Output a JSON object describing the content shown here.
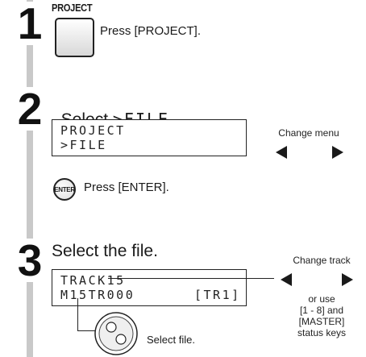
{
  "steps": [
    {
      "number": "1",
      "button_caption": "PROJECT",
      "instruction": "Press [PROJECT]."
    },
    {
      "number": "2",
      "heading_prefix": "Select ",
      "heading_code": ">FILE",
      "heading_suffix": ".",
      "lcd_lines": [
        "PROJECT",
        ">FILE"
      ],
      "change_label": "Change menu",
      "enter_key_label": "ENTER",
      "enter_instruction": "Press [ENTER]."
    },
    {
      "number": "3",
      "heading": "Select the file.",
      "lcd_line1": "TRACK15",
      "lcd_line2_left": "M15TR000",
      "lcd_line2_right": "[TR1]",
      "change_label": "Change track",
      "alt_lines": [
        "or use",
        "[1 - 8] and",
        "[MASTER]",
        "status keys"
      ],
      "dial_instruction": "Select file."
    }
  ],
  "icons": {
    "left_arrow": "left-triangle-arrow-icon",
    "right_arrow": "right-triangle-arrow-icon",
    "dial": "jog-dial-icon"
  },
  "colors": {
    "sidebar": "#c9c9c9",
    "text": "#1a1a1a"
  }
}
